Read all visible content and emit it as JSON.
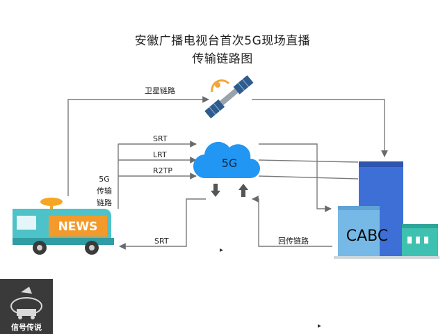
{
  "title": {
    "line1": "安徽广播电视台首次5G现场直播",
    "line2": "传输链路图"
  },
  "links": {
    "satellite": "卫星链路",
    "srt_top": "SRT",
    "lrt": "LRT",
    "r2tp": "R2TP",
    "srt_bottom": "SRT",
    "return": "回传链路"
  },
  "side_label": [
    "5G",
    "传输",
    "链路"
  ],
  "cloud_label": "5G",
  "van_label": "NEWS",
  "building_label": "CABC",
  "watermark": "信号传说",
  "colors": {
    "line": "#7a7a7a",
    "cloud": "#2196f3",
    "van_body": "#4dc2c8",
    "van_sign": "#f39a2c",
    "building_blue": "#3d6fd6",
    "building_light": "#77b9e6",
    "building_green": "#3fc1b1"
  }
}
